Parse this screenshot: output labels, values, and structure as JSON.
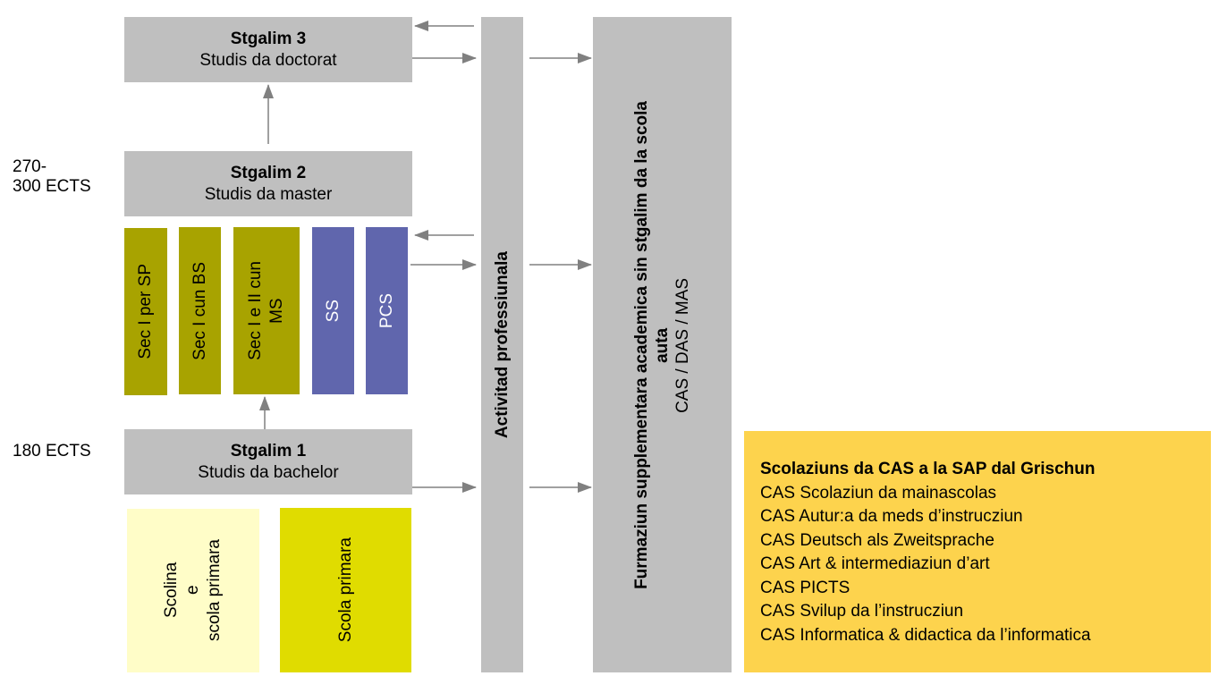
{
  "ects_labels": {
    "stage2": [
      "270-",
      "300 ECTS"
    ],
    "stage1": "180 ECTS"
  },
  "stages": {
    "stage3": {
      "title": "Stgalim 3",
      "subtitle": "Studis da doctorat"
    },
    "stage2": {
      "title": "Stgalim 2",
      "subtitle": "Studis da master"
    },
    "stage1": {
      "title": "Stgalim 1",
      "subtitle": "Studis da bachelor"
    }
  },
  "master_programs": [
    {
      "label": "Sec I per SP"
    },
    {
      "label": "Sec I cun BS"
    },
    {
      "label": [
        "Sec I e II cun",
        "MS"
      ]
    },
    {
      "label": "SS"
    },
    {
      "label": "PCS"
    }
  ],
  "bachelor_programs": [
    {
      "label": [
        "Scolina",
        "e",
        "scola primara"
      ]
    },
    {
      "label": "Scola primara"
    }
  ],
  "professional_activity": "Activitad professiunala",
  "continuing_education": {
    "title_line1": "Furmaziun supplementara academica sin stgalim da la scola",
    "title_line2": "auta",
    "subtitle": "CAS / DAS / MAS"
  },
  "cas_box": {
    "heading": "Scolaziuns da CAS a la SAP dal Grischun",
    "items": [
      "CAS Scolaziun da mainascolas",
      "CAS Autur:a da meds d’instrucziun",
      "CAS Deutsch als Zweitsprache",
      "CAS Art & intermediaziun d’art",
      "CAS PICTS",
      "CAS Svilup da l’instrucziun",
      "CAS Informatica & didactica da l’informatica"
    ]
  },
  "colors": {
    "stage_gray": "#bfbfbf",
    "secondary_olive": "#a8a300",
    "upper_secondary_blue": "#6066ad",
    "kindergarten_pale": "#fffdc8",
    "primary_lime": "#e0dc00",
    "cas_gold": "#fdd34d",
    "arrow_gray": "#808080"
  }
}
